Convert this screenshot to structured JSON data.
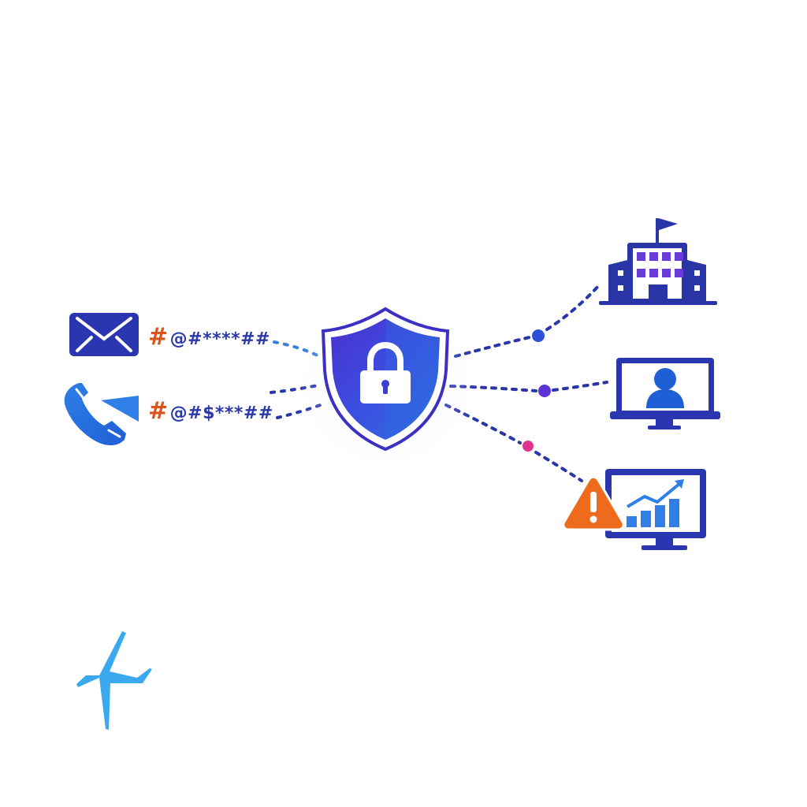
{
  "diagram": {
    "title": "",
    "sources": [
      {
        "id": "email",
        "icon": "email-envelope-icon",
        "masked_lead": "#",
        "masked_rest": "@#****##"
      },
      {
        "id": "phone",
        "icon": "phone-call-icon",
        "masked_lead": "#",
        "masked_rest": "@#$***##"
      }
    ],
    "center": {
      "icon": "shield-lock-icon"
    },
    "targets": [
      {
        "id": "institution",
        "icon": "building-flag-icon",
        "node_color": "#2b4fd8"
      },
      {
        "id": "user-profile",
        "icon": "monitor-user-icon",
        "node_color": "#5a32d6"
      },
      {
        "id": "analytics-alert",
        "icon": "monitor-chart-warning-icon",
        "node_color": "#e0338f"
      }
    ],
    "logo": {
      "icon": "lightning-pulse-logo-icon"
    },
    "colors": {
      "primary_dark": "#2a35a8",
      "primary_blue": "#2f6ee0",
      "violet": "#5a32d6",
      "magenta": "#e0338f",
      "orange": "#ee6a1c",
      "logo_cyan": "#3ba9ee"
    }
  }
}
